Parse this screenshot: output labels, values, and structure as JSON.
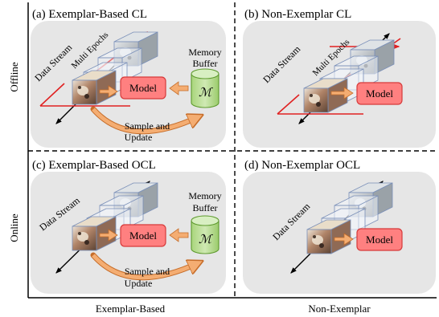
{
  "row_labels": {
    "offline": "Offline",
    "online": "Online"
  },
  "column_labels": {
    "exemplar": "Exemplar-Based",
    "non_exemplar": "Non-Exemplar"
  },
  "panels": {
    "a": {
      "title": "(a) Exemplar-Based CL",
      "data_stream": "Data Stream",
      "epochs": "Multi Epochs",
      "model": "Model",
      "memory_line1": "Memory",
      "memory_line2": "Buffer",
      "memory_symbol": "ℳ",
      "sample_line1": "Sample and",
      "sample_line2": "Update"
    },
    "b": {
      "title": "(b) Non-Exemplar CL",
      "data_stream": "Data Stream",
      "epochs": "Multi Epochs",
      "model": "Model"
    },
    "c": {
      "title": "(c) Exemplar-Based OCL",
      "data_stream": "Data Stream",
      "model": "Model",
      "memory_line1": "Memory",
      "memory_line2": "Buffer",
      "memory_symbol": "ℳ",
      "sample_line1": "Sample and",
      "sample_line2": "Update"
    },
    "d": {
      "title": "(d) Non-Exemplar OCL",
      "data_stream": "Data Stream",
      "model": "Model"
    }
  },
  "colors": {
    "panel_bg": "#e6e6e6",
    "model_fill": "#ff8080",
    "model_stroke": "#d63a3a",
    "memory_fill": "#b6dc8e",
    "memory_stroke": "#5e9a2e",
    "arrow_fill": "#f4ad72",
    "arrow_stroke": "#c66d2a",
    "epoch_plane": "#e02020",
    "cube_stroke": "#7a8fb8"
  }
}
